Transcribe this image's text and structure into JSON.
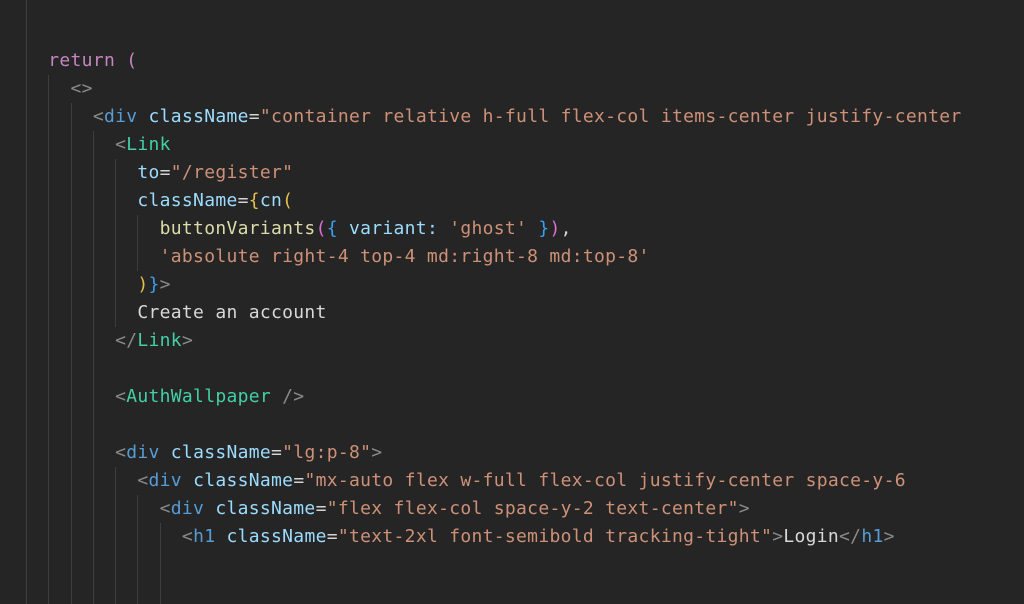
{
  "app": {
    "title": "code-editor",
    "language_hint": "JSX"
  },
  "palette": {
    "background": "#252525",
    "indentGuide": "#3d3d3d",
    "keyword": "#c586c0",
    "tag": "#569cd6",
    "component": "#43d0a4",
    "attr": "#9cdcfe",
    "fn": "#dcdcaa",
    "string": "#ce9178",
    "punct": "#d4d4d4",
    "angle": "#8a8a8a",
    "text": "#d8d8d8",
    "bracketGold": "#e5c050",
    "bracketPink": "#da70d6",
    "bracketBlue": "#3aa0f3"
  },
  "editor": {
    "lines": [
      {
        "segments": []
      },
      {
        "segments": [
          [
            "keyword",
            "  return ("
          ]
        ]
      },
      {
        "segments": [
          [
            "angle",
            "    <>"
          ]
        ]
      },
      {
        "segments": [
          [
            "angle",
            "      <"
          ],
          [
            "tag",
            "div"
          ],
          [
            "attr",
            " className"
          ],
          [
            "punct",
            "="
          ],
          [
            "string",
            "\"container relative h-full flex-col items-center justify-center"
          ]
        ]
      },
      {
        "segments": [
          [
            "angle",
            "        <"
          ],
          [
            "component",
            "Link"
          ]
        ]
      },
      {
        "segments": [
          [
            "attr",
            "          to"
          ],
          [
            "punct",
            "="
          ],
          [
            "string",
            "\"/register\""
          ]
        ]
      },
      {
        "segments": [
          [
            "attr",
            "          className"
          ],
          [
            "punct",
            "="
          ],
          [
            "bracketGold",
            "{"
          ],
          [
            "attr",
            "cn"
          ],
          [
            "bracketGold",
            "("
          ]
        ]
      },
      {
        "segments": [
          [
            "fn",
            "            buttonVariants"
          ],
          [
            "bracketPink",
            "("
          ],
          [
            "bracketBlue",
            "{"
          ],
          [
            "attr",
            " variant:"
          ],
          [
            "string",
            " 'ghost'"
          ],
          [
            "bracketBlue",
            " }"
          ],
          [
            "bracketPink",
            ")"
          ],
          [
            "punct",
            ","
          ]
        ]
      },
      {
        "segments": [
          [
            "string",
            "            'absolute right-4 top-4 md:right-8 md:top-8'"
          ]
        ]
      },
      {
        "segments": [
          [
            "bracketGold",
            "          )"
          ],
          [
            "bracketBlue",
            "}"
          ],
          [
            "angle",
            ">"
          ]
        ]
      },
      {
        "segments": [
          [
            "text",
            "          Create an account"
          ]
        ]
      },
      {
        "segments": [
          [
            "angle",
            "        </"
          ],
          [
            "component",
            "Link"
          ],
          [
            "angle",
            ">"
          ]
        ]
      },
      {
        "segments": []
      },
      {
        "segments": [
          [
            "angle",
            "        <"
          ],
          [
            "component",
            "AuthWallpaper"
          ],
          [
            "angle",
            " />"
          ]
        ]
      },
      {
        "segments": []
      },
      {
        "segments": [
          [
            "angle",
            "        <"
          ],
          [
            "tag",
            "div"
          ],
          [
            "attr",
            " className"
          ],
          [
            "punct",
            "="
          ],
          [
            "string",
            "\"lg:p-8\""
          ],
          [
            "angle",
            ">"
          ]
        ]
      },
      {
        "segments": [
          [
            "angle",
            "          <"
          ],
          [
            "tag",
            "div"
          ],
          [
            "attr",
            " className"
          ],
          [
            "punct",
            "="
          ],
          [
            "string",
            "\"mx-auto flex w-full flex-col justify-center space-y-6"
          ]
        ]
      },
      {
        "segments": [
          [
            "angle",
            "            <"
          ],
          [
            "tag",
            "div"
          ],
          [
            "attr",
            " className"
          ],
          [
            "punct",
            "="
          ],
          [
            "string",
            "\"flex flex-col space-y-2 text-center\""
          ],
          [
            "angle",
            ">"
          ]
        ]
      },
      {
        "segments": [
          [
            "angle",
            "              <"
          ],
          [
            "tag",
            "h1"
          ],
          [
            "attr",
            " className"
          ],
          [
            "punct",
            "="
          ],
          [
            "string",
            "\"text-2xl font-semibold tracking-tight\""
          ],
          [
            "angle",
            ">"
          ],
          [
            "text",
            "Login"
          ],
          [
            "angle",
            "</"
          ],
          [
            "tag",
            "h1"
          ],
          [
            "angle",
            ">"
          ]
        ]
      },
      {
        "segments": []
      },
      {
        "segments": []
      }
    ]
  }
}
